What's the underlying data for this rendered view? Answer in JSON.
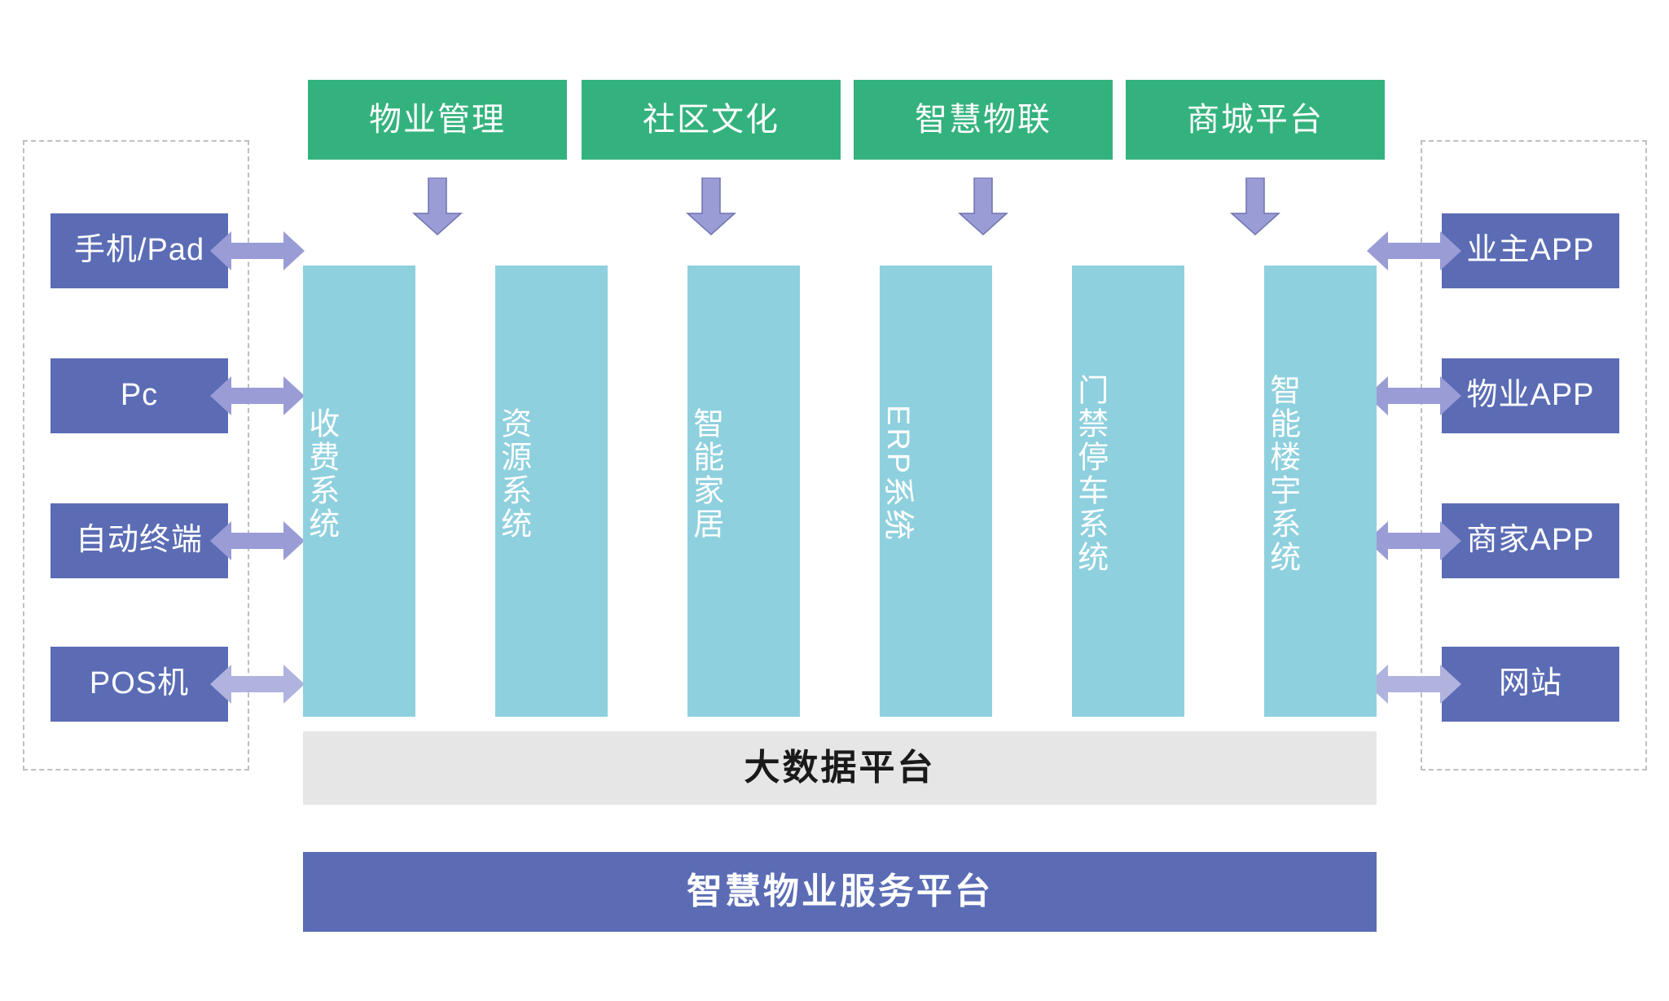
{
  "diagram": {
    "title_bottom_bar": "智慧物业服务平台",
    "data_platform_bar": "大数据平台",
    "accent_colors": {
      "green": "#34b27d",
      "purple": "#5b6cb5",
      "teal": "#8ed0de",
      "grey": "#e6e6e6",
      "arrow_purple": "#8c8fd0",
      "dashed_border": "#bfbfbf"
    }
  },
  "top_channels": [
    {
      "label": "物业管理",
      "arrow_icon": "arrow-down-icon"
    },
    {
      "label": "社区文化",
      "arrow_icon": "arrow-down-icon"
    },
    {
      "label": "智慧物联",
      "arrow_icon": "arrow-down-icon"
    },
    {
      "label": "商城平台",
      "arrow_icon": "arrow-down-icon"
    }
  ],
  "left_rail": {
    "items": [
      {
        "label": "手机/Pad",
        "arrow_icon": "arrow-left-right-icon"
      },
      {
        "label": "Pc",
        "arrow_icon": "arrow-left-right-icon"
      },
      {
        "label": "自动终端",
        "arrow_icon": "arrow-left-right-icon"
      },
      {
        "label": "POS机",
        "arrow_icon": "arrow-left-right-icon"
      }
    ]
  },
  "right_rail": {
    "items": [
      {
        "label": "业主APP",
        "arrow_icon": "arrow-left-right-icon"
      },
      {
        "label": "物业APP",
        "arrow_icon": "arrow-left-right-icon"
      },
      {
        "label": "商家APP",
        "arrow_icon": "arrow-left-right-icon"
      },
      {
        "label": "网站",
        "arrow_icon": "arrow-left-right-icon"
      }
    ]
  },
  "systems": [
    {
      "label": "收费系统",
      "orientation": "vertical"
    },
    {
      "label": "资源系统",
      "orientation": "vertical"
    },
    {
      "label": "智能家居",
      "orientation": "vertical"
    },
    {
      "label": "ERP系统",
      "orientation": "vertical-latin"
    },
    {
      "label": "门禁停车系统",
      "orientation": "vertical"
    },
    {
      "label": "智能楼宇系统",
      "orientation": "vertical"
    }
  ]
}
